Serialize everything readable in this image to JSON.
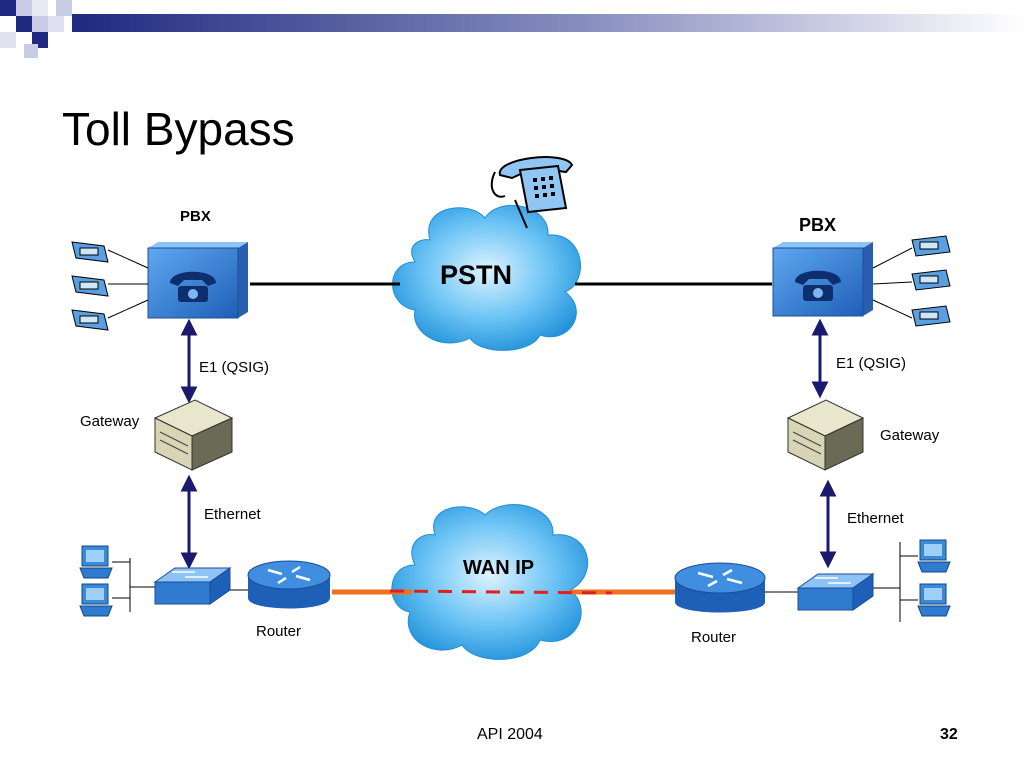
{
  "slide": {
    "title": "Toll Bypass",
    "footer_text": "API 2004",
    "page_number": "32"
  },
  "diagram": {
    "left": {
      "pbx_label": "PBX",
      "trunk_label": "E1 (QSIG)",
      "gateway_label": "Gateway",
      "ethernet_label": "Ethernet",
      "router_label": "Router"
    },
    "right": {
      "pbx_label": "PBX",
      "trunk_label": "E1 (QSIG)",
      "gateway_label": "Gateway",
      "ethernet_label": "Ethernet",
      "router_label": "Router"
    },
    "pstn_label": "PSTN",
    "wan_label": "WAN IP"
  },
  "colors": {
    "accent": "#1f2a80",
    "cloud": "#39a6e8",
    "device_blue": "#2e7bd0",
    "wan_link": "#f07020",
    "voip_dash": "#e02020"
  }
}
